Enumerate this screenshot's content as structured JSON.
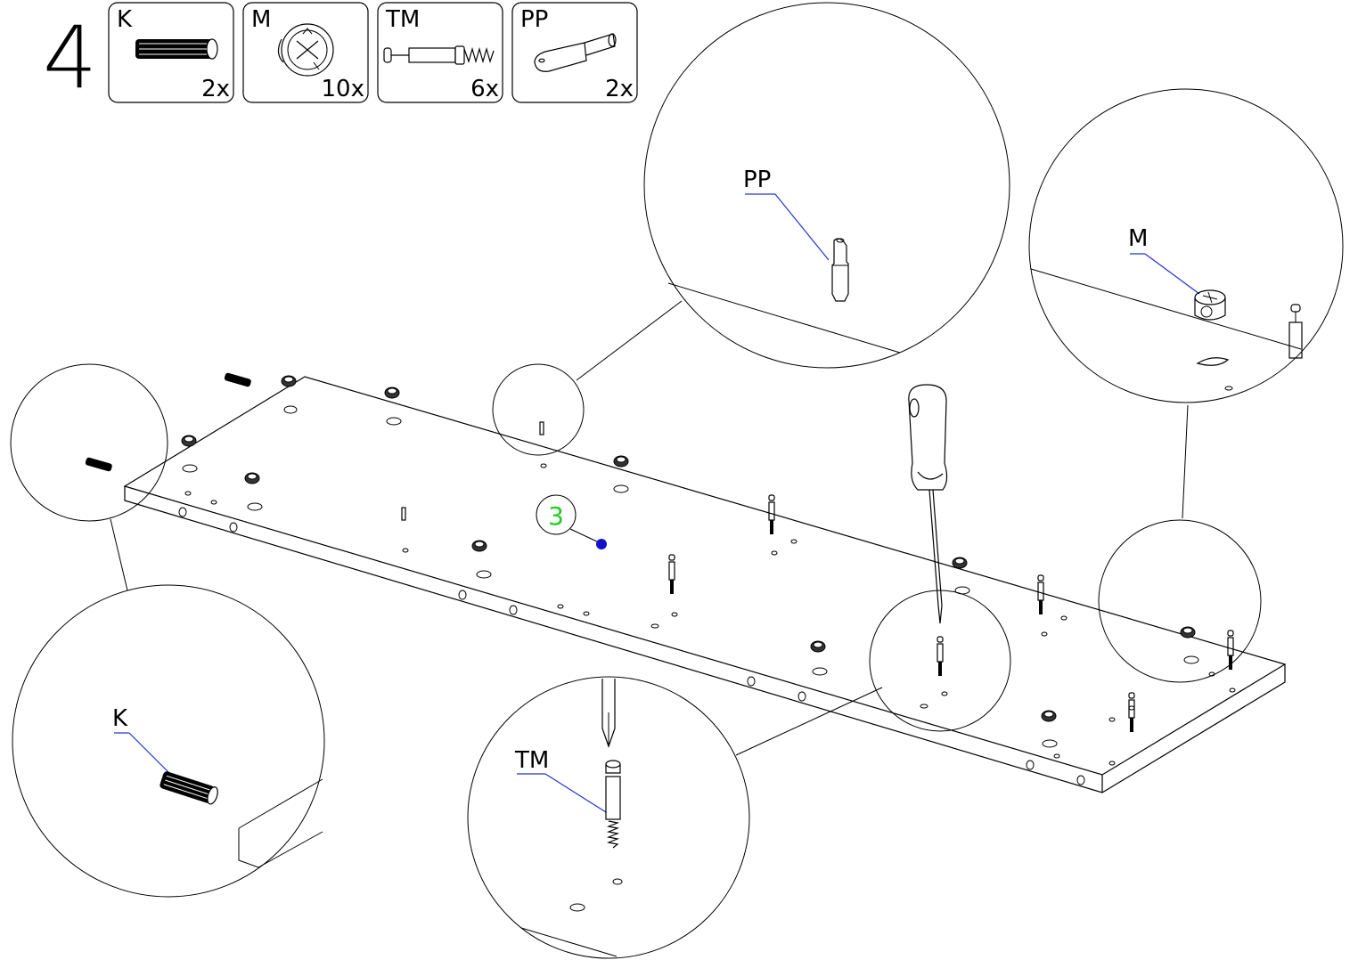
{
  "step": {
    "number": "4"
  },
  "parts": [
    {
      "code": "K",
      "qty": "2x",
      "icon": "dowel-icon"
    },
    {
      "code": "M",
      "qty": "10x",
      "icon": "cam-lock-icon"
    },
    {
      "code": "TM",
      "qty": "6x",
      "icon": "cam-bolt-icon"
    },
    {
      "code": "PP",
      "qty": "2x",
      "icon": "shelf-pin-icon"
    }
  ],
  "callouts": {
    "pp": "PP",
    "m": "M",
    "k": "K",
    "tm": "TM"
  },
  "panel": {
    "id": "3"
  },
  "colors": {
    "line": "#000000",
    "leader": "#2233cc",
    "panel_id": "#22cc22",
    "panel_dot": "#1111cc"
  }
}
